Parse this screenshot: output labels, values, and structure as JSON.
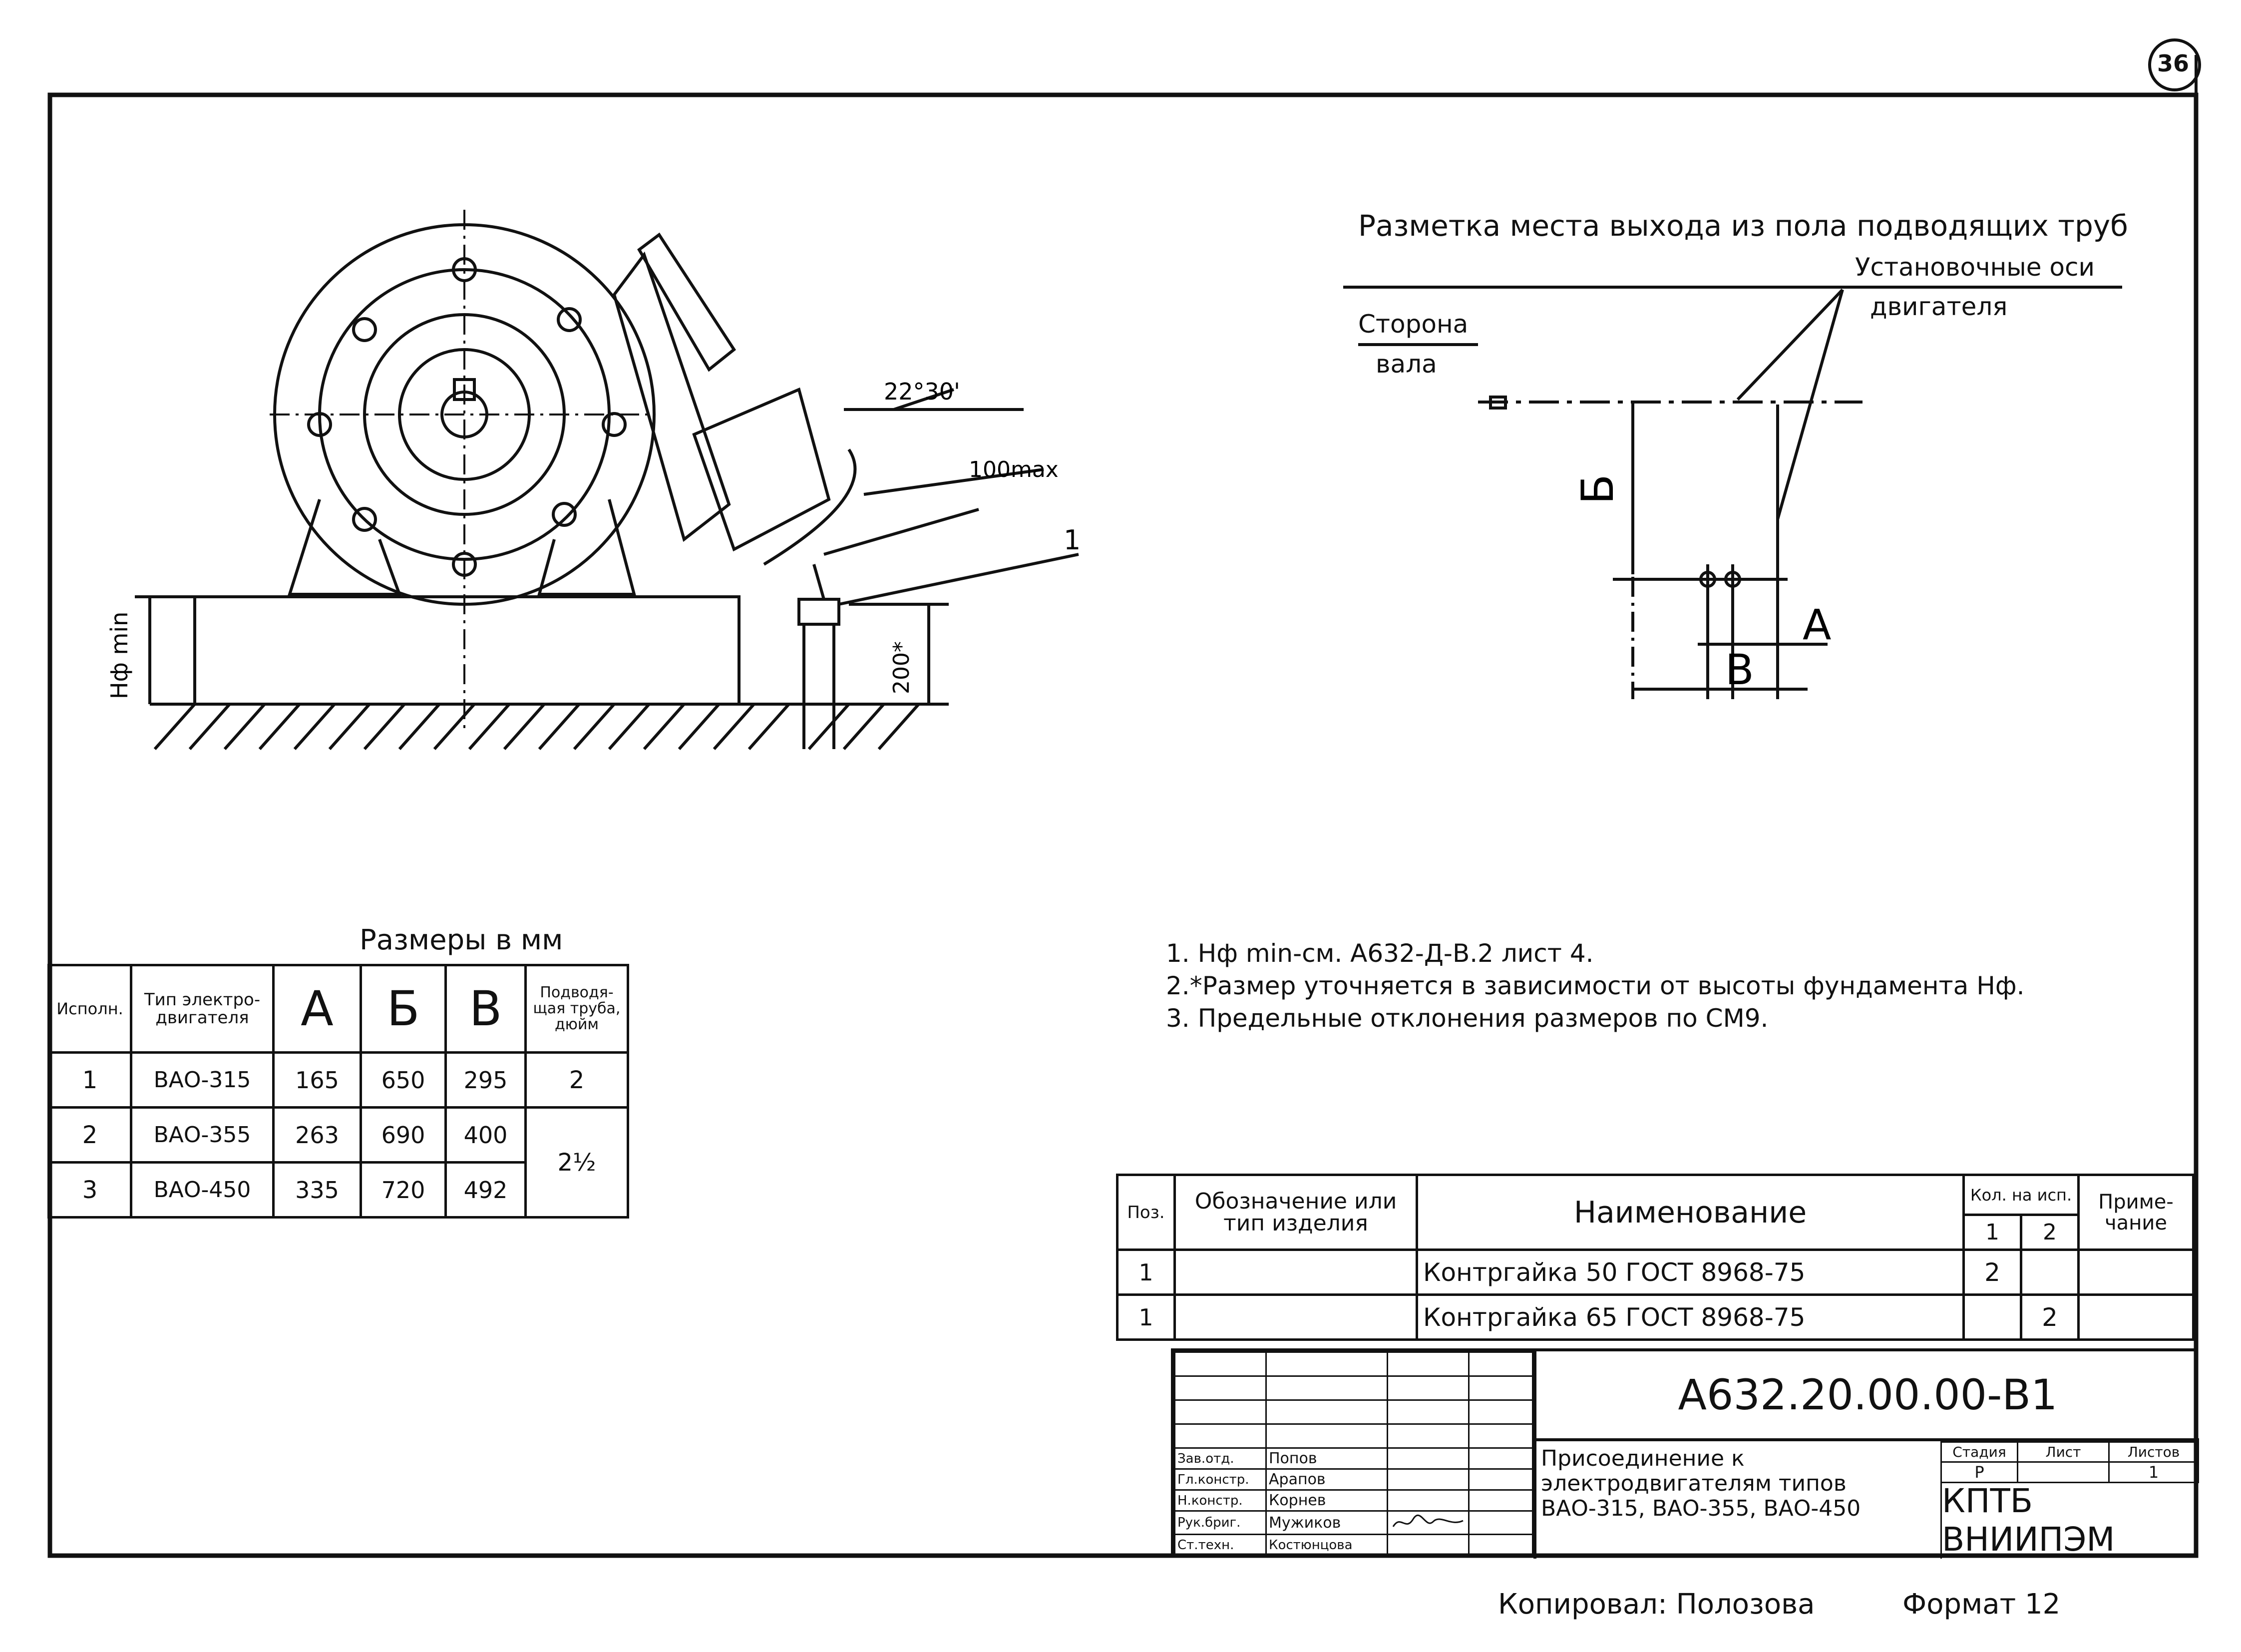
{
  "sheet_number": "36",
  "elevation": {
    "angle_label": "22°30'",
    "clearance_label": "100max",
    "position_label": "1",
    "height_label": "200*",
    "foundation_label": "Hф min"
  },
  "marking": {
    "title": "Разметка места выхода из пола подводящих труб",
    "axes_label_line1": "Установочные оси",
    "axes_label_line2": "двигателя",
    "shaft_label_line1": "Сторона",
    "shaft_label_line2": "вала",
    "dim_b_big": "Б",
    "dim_a": "А",
    "dim_v": "В"
  },
  "sizes_table": {
    "caption": "Размеры в мм",
    "headers": {
      "variant": "Исполн.",
      "motor_type": "Тип электро-двигателя",
      "a": "А",
      "b": "Б",
      "v": "В",
      "pipe": "Подводя-щая труба, дюйм"
    },
    "rows": [
      {
        "variant": "1",
        "motor": "ВАО-315",
        "a": "165",
        "b": "650",
        "v": "295",
        "pipe": "2"
      },
      {
        "variant": "2",
        "motor": "ВАО-355",
        "a": "263",
        "b": "690",
        "v": "400",
        "pipe": "2½"
      },
      {
        "variant": "3",
        "motor": "ВАО-450",
        "a": "335",
        "b": "720",
        "v": "492",
        "pipe": ""
      }
    ]
  },
  "notes": [
    "1. Нф min-см. А632-Д-В.2 лист 4.",
    "2.*Размер уточняется в зависимости от высоты фундамента Нф.",
    "3. Предельные отклонения размеров по СМ9."
  ],
  "spec_table": {
    "headers": {
      "pos": "Поз.",
      "designation": "Обозначение или тип изделия",
      "name": "Наименование",
      "qty": "Кол. на исп.",
      "qty_1": "1",
      "qty_2": "2",
      "note": "Приме-чание"
    },
    "rows": [
      {
        "pos": "1",
        "designation": "",
        "name": "Контргайка 50 ГОСТ 8968-75",
        "q1": "2",
        "q2": "",
        "note": ""
      },
      {
        "pos": "1",
        "designation": "",
        "name": "Контргайка 65 ГОСТ 8968-75",
        "q1": "",
        "q2": "2",
        "note": ""
      }
    ]
  },
  "title_block": {
    "code": "А632.20.00.00-В1",
    "title": "Присоединение к электродвигателям типов ВАО-315, ВАО-355, ВАО-450",
    "stage_label": "Стадия",
    "sheet_label": "Лист",
    "sheets_label": "Листов",
    "stage": "Р",
    "sheet": "",
    "sheets": "1",
    "org": "КПТБ ВНИИПЭМ",
    "people": [
      {
        "role": "Зав.отд.",
        "name": "Попов"
      },
      {
        "role": "Гл.констр.",
        "name": "Арапов"
      },
      {
        "role": "Н.констр.",
        "name": "Корнев"
      },
      {
        "role": "Рук.бриг.",
        "name": "Мужиков"
      },
      {
        "role": "Ст.техн.",
        "name": "Костюнцова"
      }
    ]
  },
  "footer": {
    "copied": "Копировал: Полозова",
    "format": "Формат 12"
  }
}
